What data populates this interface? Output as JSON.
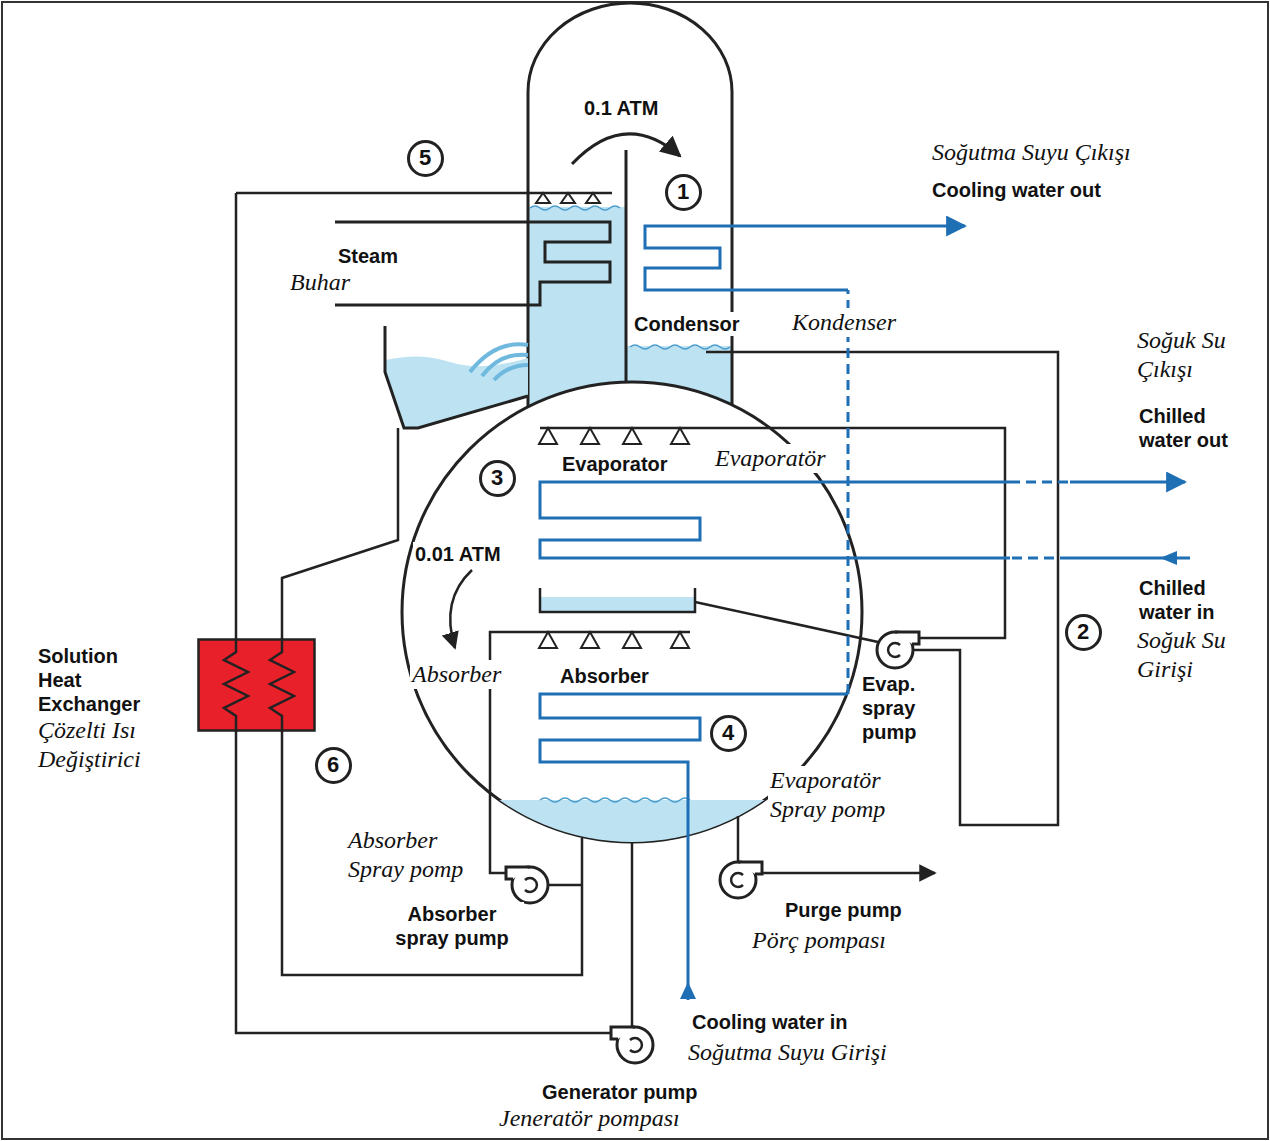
{
  "diagram": {
    "nodes": [
      {
        "text": [
          "5"
        ]
      },
      {
        "text": [
          "1"
        ]
      },
      {
        "text": [
          "3"
        ]
      },
      {
        "text": [
          "2"
        ]
      },
      {
        "text": [
          "Solution Heat Exchanger",
          "Çözelti Isı Değiştirici"
        ]
      },
      {
        "text": [
          "4"
        ]
      },
      {
        "text": [
          "6"
        ]
      }
    ],
    "labels": [
      "0.1 ATM",
      "Soğutma Suyu Çıkışı",
      "Cooling water out",
      "Steam",
      "Buhar",
      "Condensor",
      "Kondenser",
      "Soğuk Su Çıkışı",
      "Chilled water out",
      "Evaporator",
      "Evaporatör",
      "0.01 ATM",
      "Chilled water in",
      "Soğuk Su Girişi",
      "Absorber",
      "Absorber",
      "Evap. spray pump",
      "Evaporatör Spray pomp",
      "Absorber Spray pomp",
      "Absorber spray pump",
      "Purge pump",
      "Pörç pompası",
      "Cooling water in",
      "Soğutma Suyu Girişi",
      "Generator pump",
      "Jeneratör pompası"
    ]
  }
}
